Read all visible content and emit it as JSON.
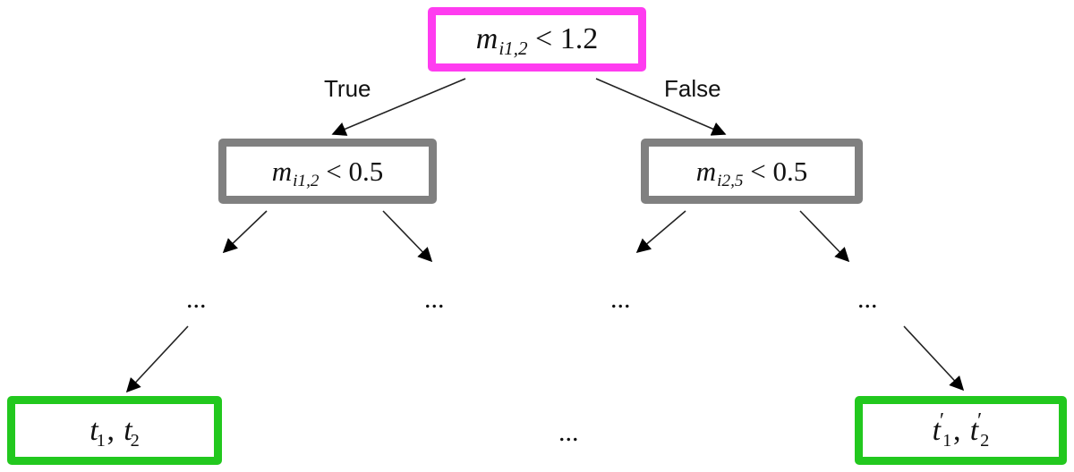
{
  "nodes": {
    "root": {
      "var": "m",
      "sub": "i1,2",
      "op": "<",
      "value": "1.2",
      "border_color": "#ff3cf0"
    },
    "left": {
      "var": "m",
      "sub": "i1,2",
      "op": "<",
      "value": "0.5",
      "border_color": "#808080"
    },
    "right": {
      "var": "m",
      "sub": "i2,5",
      "op": "<",
      "value": "0.5",
      "border_color": "#808080"
    },
    "leaf_left": {
      "t1": "t",
      "t1_sub": "1",
      "sep": ",",
      "t2": "t",
      "t2_sub": "2",
      "border_color": "#22c81e"
    },
    "leaf_right": {
      "t1": "t",
      "t1_prime": "′",
      "t1_sub": "1",
      "sep": ",",
      "t2": "t",
      "t2_prime": "′",
      "t2_sub": "2",
      "border_color": "#22c81e"
    }
  },
  "edge_labels": {
    "true": "True",
    "false": "False"
  },
  "ellipses": [
    "...",
    "...",
    "...",
    "...",
    "..."
  ]
}
